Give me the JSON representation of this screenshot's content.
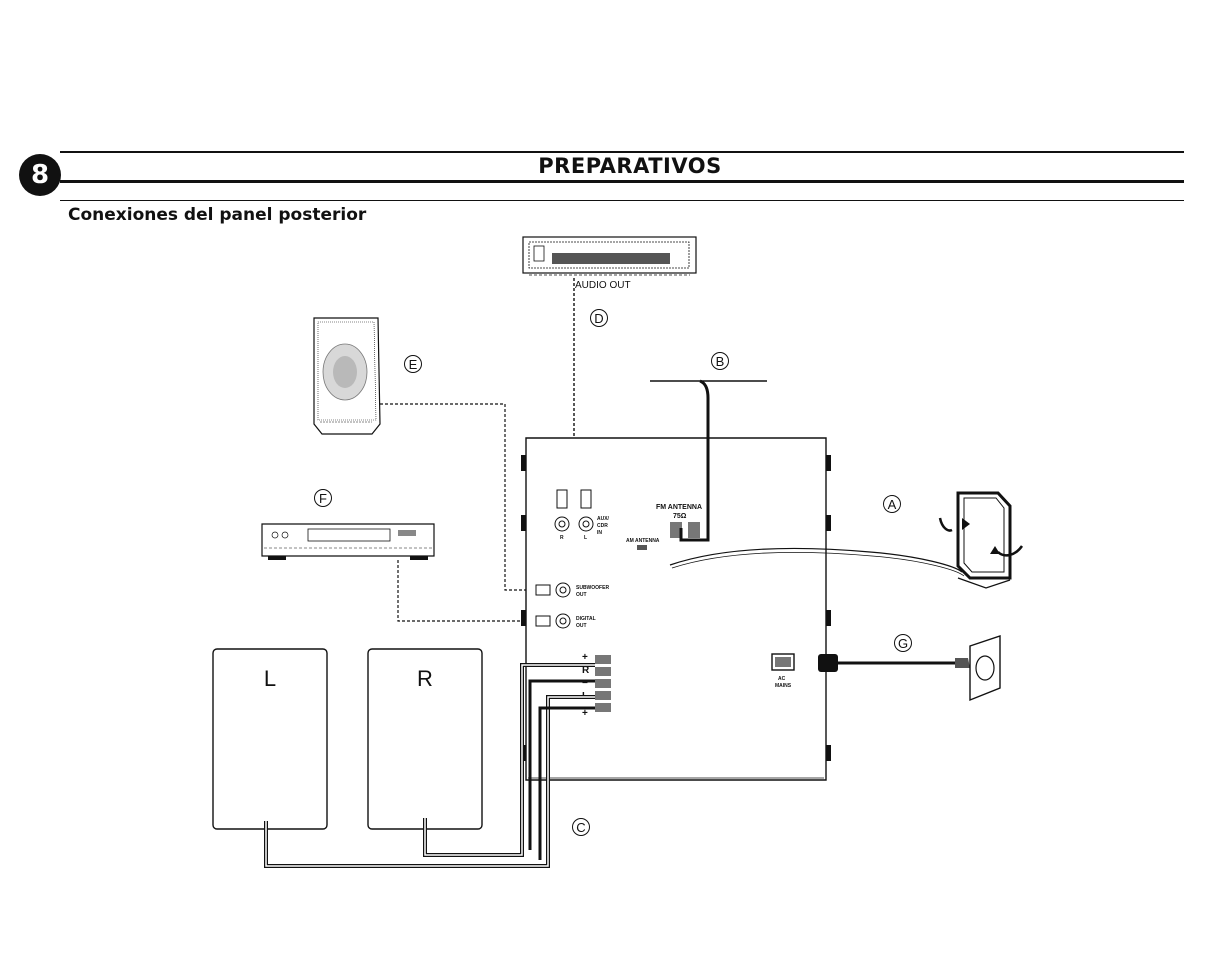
{
  "page_number": "8",
  "section_title": "PREPARATIVOS",
  "subtitle": "Conexiones del panel posterior",
  "callouts": {
    "a": "A",
    "b": "B",
    "c": "C",
    "d": "D",
    "e": "E",
    "f": "F",
    "g": "G"
  },
  "speakers": {
    "left": "L",
    "right": "R"
  },
  "labels": {
    "audio_out": "AUDIO OUT",
    "fm_antenna": "FM ANTENNA",
    "ohms": "75Ω",
    "am_antenna": "AM ANTENNA",
    "aux_cdr_in": [
      "AUX/",
      "CDR",
      "IN"
    ],
    "channel_r": "R",
    "channel_l": "L",
    "subwoofer_out": [
      "SUBWOOFER",
      "OUT"
    ],
    "digital_out": [
      "DIGITAL",
      "OUT"
    ],
    "ac_mains": [
      "AC",
      "MAINS"
    ],
    "terminal_plus": "+",
    "terminal_minus": "−",
    "terminal_r": "R",
    "terminal_l": "L"
  }
}
